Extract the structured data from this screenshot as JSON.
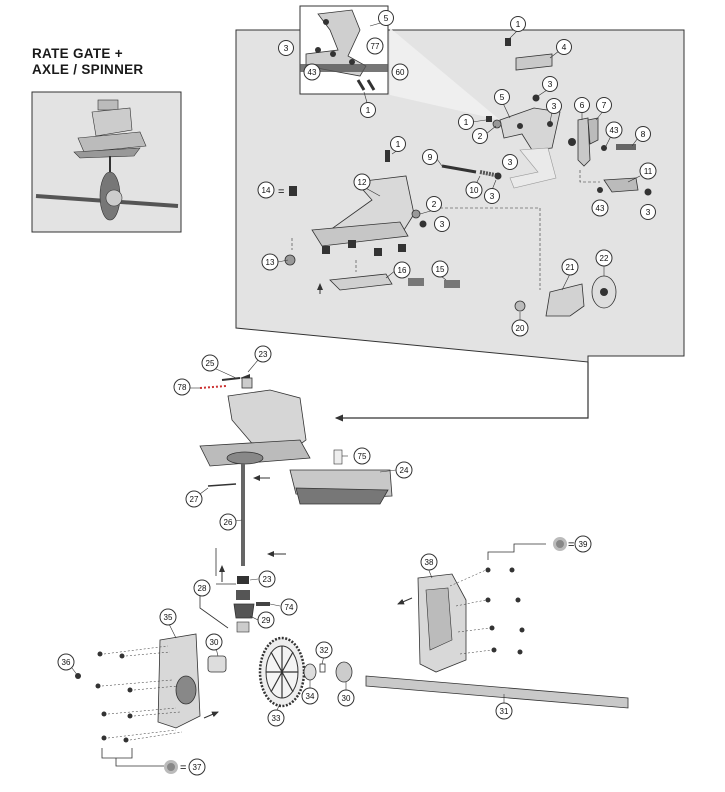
{
  "title": {
    "line1": "RATE GATE +",
    "line2": "AXLE / SPINNER"
  },
  "colors": {
    "panel": "#e3e3e3",
    "ink": "#333333",
    "part": "#c9c9c9",
    "dark": "#555555",
    "accent": "#d0d0d0"
  },
  "callouts": [
    {
      "id": "c1a",
      "label": "1"
    },
    {
      "id": "c4",
      "label": "4"
    },
    {
      "id": "c3a",
      "label": "3"
    },
    {
      "id": "c5a",
      "label": "5"
    },
    {
      "id": "c1b",
      "label": "1"
    },
    {
      "id": "c2a",
      "label": "2"
    },
    {
      "id": "c3b",
      "label": "3"
    },
    {
      "id": "c6",
      "label": "6"
    },
    {
      "id": "c7",
      "label": "7"
    },
    {
      "id": "c43a",
      "label": "43"
    },
    {
      "id": "c8",
      "label": "8"
    },
    {
      "id": "c3c",
      "label": "3"
    },
    {
      "id": "c1c",
      "label": "1"
    },
    {
      "id": "c9",
      "label": "9"
    },
    {
      "id": "c10",
      "label": "10"
    },
    {
      "id": "c3d",
      "label": "3"
    },
    {
      "id": "c11",
      "label": "11"
    },
    {
      "id": "c43b",
      "label": "43"
    },
    {
      "id": "c3e",
      "label": "3"
    },
    {
      "id": "c12",
      "label": "12"
    },
    {
      "id": "c14",
      "label": "14"
    },
    {
      "id": "c2b",
      "label": "2"
    },
    {
      "id": "c3f",
      "label": "3"
    },
    {
      "id": "c13",
      "label": "13"
    },
    {
      "id": "c16",
      "label": "16"
    },
    {
      "id": "c15",
      "label": "15"
    },
    {
      "id": "c21",
      "label": "21"
    },
    {
      "id": "c22",
      "label": "22"
    },
    {
      "id": "c20",
      "label": "20"
    },
    {
      "id": "c5b",
      "label": "5"
    },
    {
      "id": "c3g",
      "label": "3"
    },
    {
      "id": "c77",
      "label": "77"
    },
    {
      "id": "c43c",
      "label": "43"
    },
    {
      "id": "c60",
      "label": "60"
    },
    {
      "id": "c1d",
      "label": "1"
    },
    {
      "id": "c25",
      "label": "25"
    },
    {
      "id": "c23a",
      "label": "23"
    },
    {
      "id": "c78",
      "label": "78"
    },
    {
      "id": "c75",
      "label": "75"
    },
    {
      "id": "c24",
      "label": "24"
    },
    {
      "id": "c27",
      "label": "27"
    },
    {
      "id": "c26",
      "label": "26"
    },
    {
      "id": "c23b",
      "label": "23"
    },
    {
      "id": "c28",
      "label": "28"
    },
    {
      "id": "c74",
      "label": "74"
    },
    {
      "id": "c29",
      "label": "29"
    },
    {
      "id": "c35",
      "label": "35"
    },
    {
      "id": "c30a",
      "label": "30"
    },
    {
      "id": "c36",
      "label": "36"
    },
    {
      "id": "c32",
      "label": "32"
    },
    {
      "id": "c34",
      "label": "34"
    },
    {
      "id": "c30b",
      "label": "30"
    },
    {
      "id": "c33",
      "label": "33"
    },
    {
      "id": "c31",
      "label": "31"
    },
    {
      "id": "c38",
      "label": "38"
    },
    {
      "id": "c39",
      "label": "39"
    },
    {
      "id": "c37",
      "label": "37"
    }
  ],
  "legend": {
    "eq39": "=",
    "eq37": "=",
    "eq14": "="
  }
}
